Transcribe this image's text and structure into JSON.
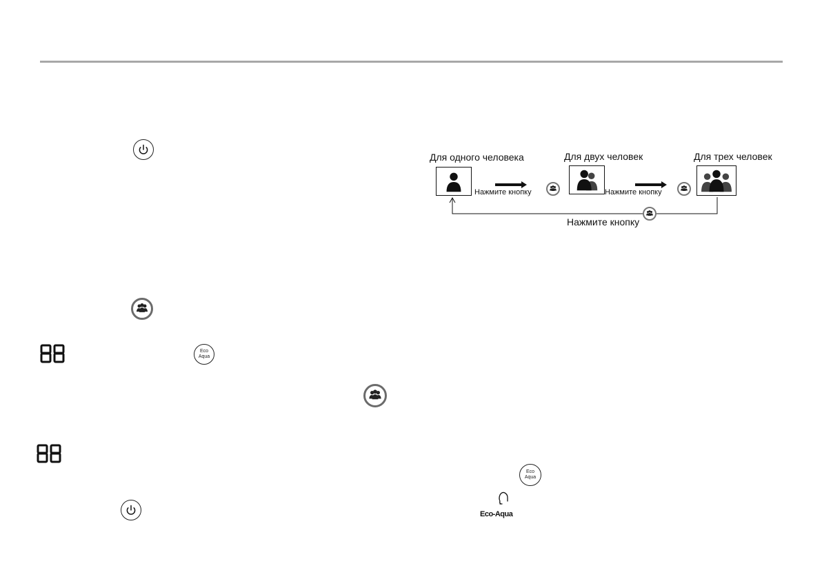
{
  "diagram": {
    "mode_one": "Для одного человека",
    "mode_two": "Для двух человек",
    "mode_three": "Для трех человек",
    "press_button_1": "Нажмите кнопку",
    "press_button_2": "Нажмите кнопку",
    "press_button_return": "Нажмите кнопку"
  },
  "buttons": {
    "eco_line1": "Eco",
    "eco_line2": "Aqua"
  },
  "indicator": {
    "eco_aqua_label": "Eco-Aqua"
  },
  "colors": {
    "rule": "#a7a7a7",
    "ink": "#111111",
    "button_ring": "#6b6b6b"
  }
}
